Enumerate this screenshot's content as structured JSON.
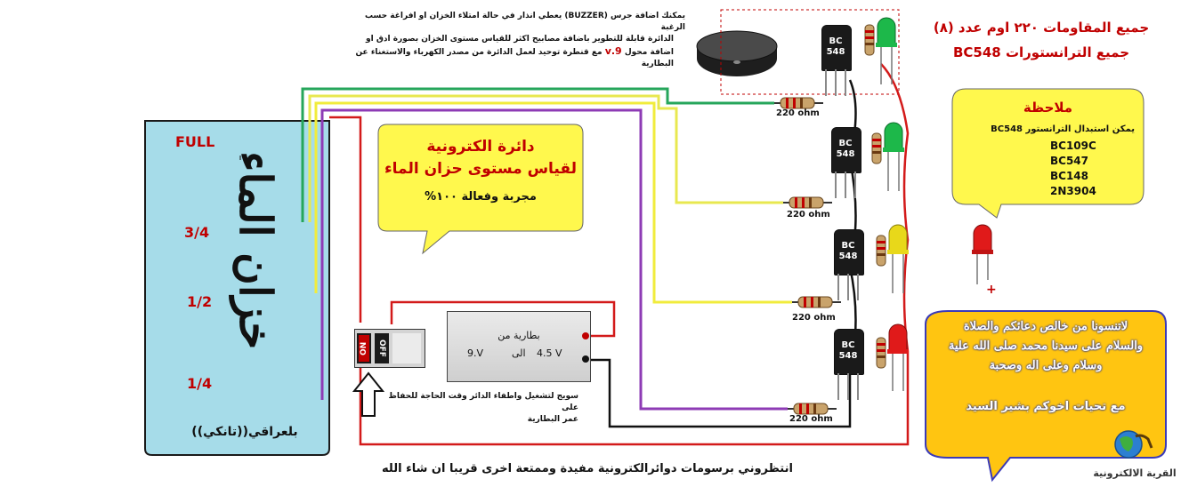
{
  "notes": {
    "buzzer_note": "يمكنك اضافة جرس (BUZZER)   يعطي انذار في حالة امتلاء الخزان او افراغة حسب الرغبة",
    "dev_line1": "الدائرة قابلة للتطوير باضافة مصابيح اكثر للقياس مستوى الخزان بصورة ادق او",
    "dev_line2a": "اضافة محول ",
    "dev_voltage": "9.v",
    "dev_line2b": " مع قنطرة توحيد لعمل الدائرة من مصدر الكهرباء والاستغناء عن",
    "dev_line3": "البطارية"
  },
  "spec": {
    "resistors": "جميع المقاومات ٢٢٠ اوم عدد (٨)",
    "transistors": "جميع الترانستورات BC548"
  },
  "title_bubble": {
    "line1": "دائرة الكترونية",
    "line2": "لقياس مستوى حزان الماء",
    "line3": "مجربة وفعالة ١٠٠%"
  },
  "note_bubble": {
    "title": "ملاحظة",
    "subtitle": "يمكن استبدال الترانستور BC548",
    "alternatives": [
      "BC109C",
      "BC547",
      "BC148",
      "2N3904"
    ]
  },
  "dua_bubble": {
    "line1": "لاتنسونا من خالص دعائكم والصلاة",
    "line2": "والسلام على سيدنا محمد صلى الله علية",
    "line3": "وسلام وعلى اله وصحبة",
    "line4": "مع تحيات اخوكم بشير السيد"
  },
  "tank": {
    "title": "خزان الماء",
    "levels": [
      "FULL",
      "3/4",
      "1/2",
      "1/4"
    ],
    "caption": "بلعراقي((تانكي))"
  },
  "battery": {
    "label": "بطارية من",
    "range_from": "4.5 V",
    "range_mid": "الى",
    "range_to": "9.V"
  },
  "switch": {
    "on": "ON",
    "off": "OFF",
    "note_line1": "سويج لتشغيل واطفاء الدائر وقت الحاجة للحفاظ على",
    "note_line2": "عمر البطارية"
  },
  "circuit": {
    "resistor_label": "220 ohm",
    "transistor_line1": "BC",
    "transistor_line2": "548",
    "led_colors": [
      "#1db84a",
      "#1db84a",
      "#e8d81a",
      "#e01a1a"
    ],
    "standalone_led_polarity": "+"
  },
  "footer": "انتظروني برسومات دوائرالكترونية مفيدة وممتعة اخرى قريبا ان شاء الله",
  "logo": {
    "brand": "القرية الالكترونية"
  }
}
